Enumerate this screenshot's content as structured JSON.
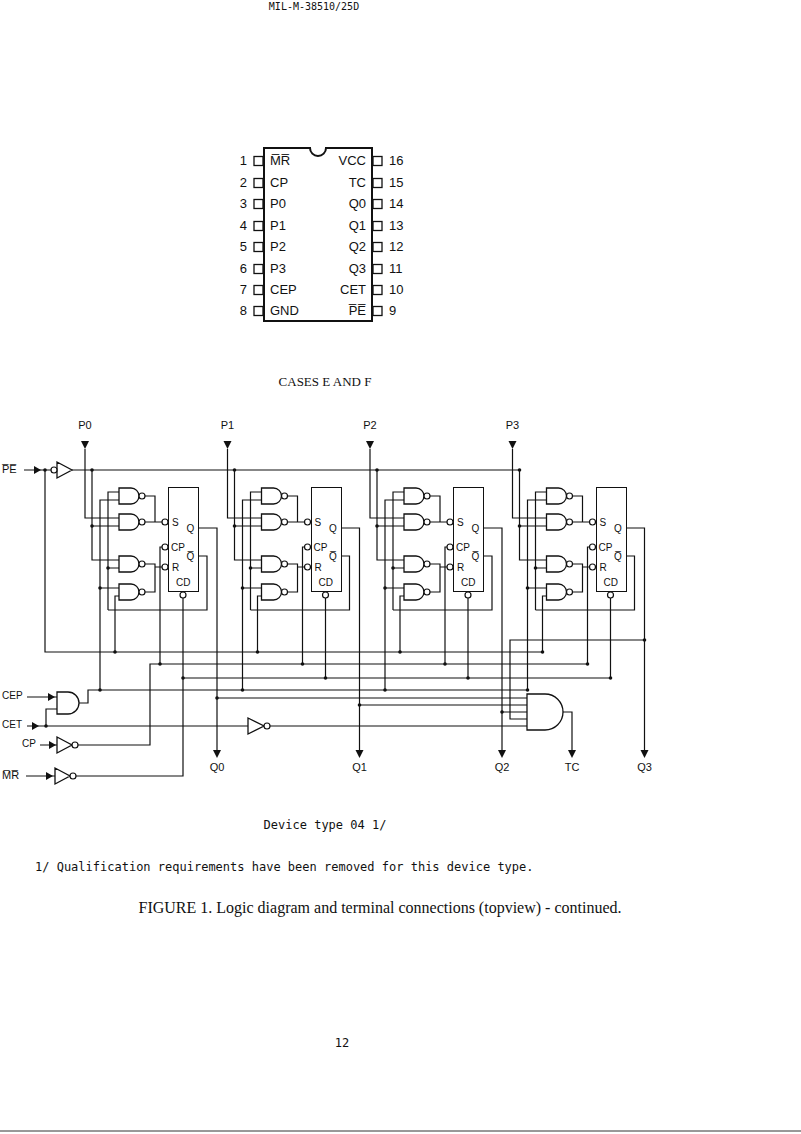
{
  "diagram": {
    "caption": "FIGURE 1. Logic diagram and terminal connections (topview) - continued.",
    "nodes": [
      {
        "text": [
          "M̅R̅",
          "CP",
          "P0",
          "P1",
          "P2",
          "P3",
          "CEP",
          "GND",
          "VCC",
          "TC",
          "Q0",
          "Q1",
          "Q2",
          "Q3",
          "CET",
          "P̅E̅"
        ]
      },
      {
        "text": [
          "S",
          "Q",
          "CP",
          "Q̅",
          "R",
          "CD"
        ]
      },
      {
        "text": [
          "S",
          "Q",
          "CP",
          "Q̅",
          "R",
          "CD"
        ]
      },
      {
        "text": [
          "S",
          "Q",
          "CP",
          "Q̅",
          "R",
          "CD"
        ]
      },
      {
        "text": [
          "S",
          "Q",
          "CP",
          "Q̅",
          "R",
          "CD"
        ]
      }
    ],
    "labels": [
      "MIL-M-38510/25D",
      "1",
      "2",
      "3",
      "4",
      "5",
      "6",
      "7",
      "8",
      "16",
      "15",
      "14",
      "13",
      "12",
      "11",
      "10",
      "9",
      "CASES E AND F",
      "P0",
      "P1",
      "P2",
      "P3",
      "P̅E̅",
      "CEP",
      "CET",
      "CP",
      "M̅R̅",
      "Q0",
      "Q1",
      "Q2",
      "TC",
      "Q3",
      "Device type 04 1/",
      "1/ Qualification requirements have been removed for this device type.",
      "12"
    ]
  }
}
